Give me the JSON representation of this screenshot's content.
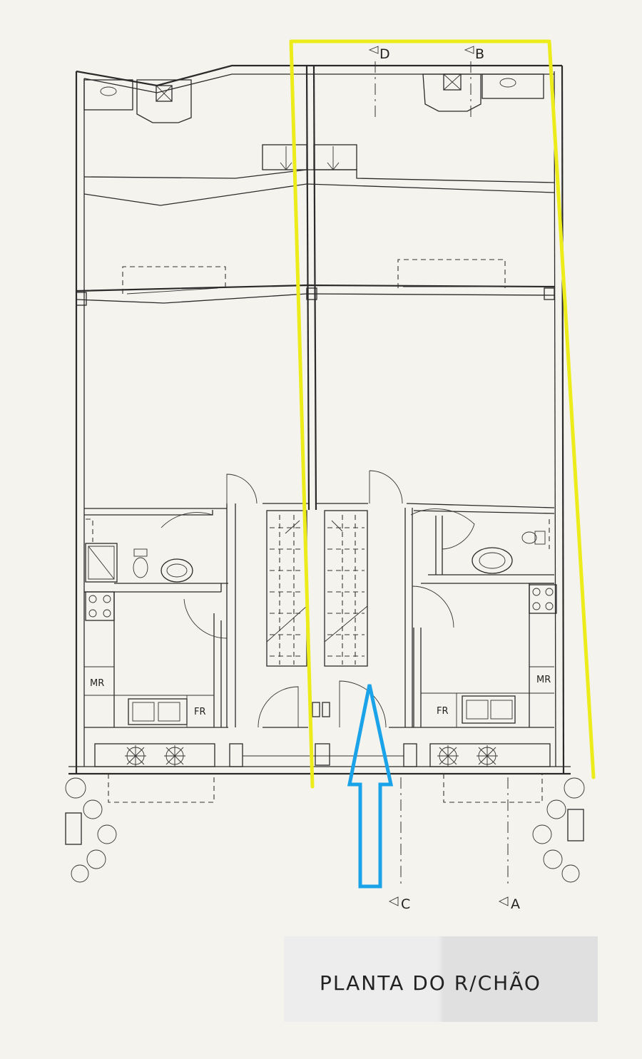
{
  "drawing": {
    "title": "PLANTA DO R/CHÃO",
    "section_markers": {
      "d": "D",
      "b": "B",
      "c": "C",
      "a": "A"
    },
    "room_labels": {
      "left_mr": "MR",
      "left_fr": "FR",
      "right_mr": "MR",
      "right_fr": "FR"
    }
  },
  "highlight": {
    "outline_color": "#ecec1a",
    "arrow_color": "#1aa3e8",
    "arrow_direction": "up"
  }
}
